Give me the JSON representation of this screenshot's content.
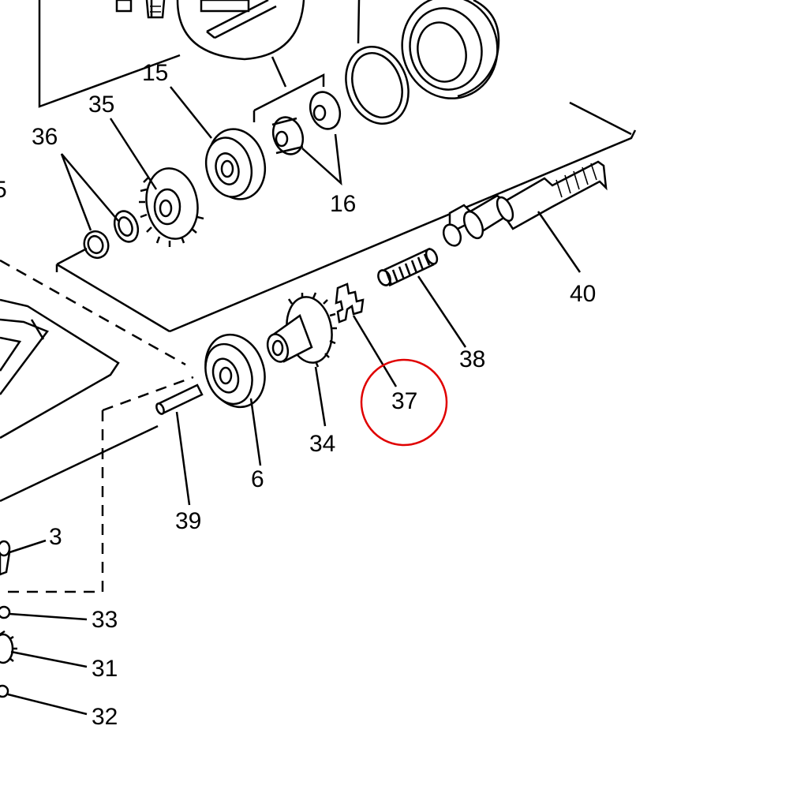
{
  "diagram": {
    "parts": [
      {
        "id": "p15",
        "number": "15"
      },
      {
        "id": "p35",
        "number": "35"
      },
      {
        "id": "p36",
        "number": "36"
      },
      {
        "id": "p16",
        "number": "16"
      },
      {
        "id": "p40",
        "number": "40"
      },
      {
        "id": "p38",
        "number": "38"
      },
      {
        "id": "p37",
        "number": "37",
        "highlighted": true
      },
      {
        "id": "p34",
        "number": "34"
      },
      {
        "id": "p6",
        "number": "6"
      },
      {
        "id": "p39",
        "number": "39"
      },
      {
        "id": "p3",
        "number": "3"
      },
      {
        "id": "p33",
        "number": "33"
      },
      {
        "id": "p31",
        "number": "31"
      },
      {
        "id": "p32",
        "number": "32"
      }
    ],
    "highlight_color": "#e00000",
    "line_color": "#000000"
  }
}
